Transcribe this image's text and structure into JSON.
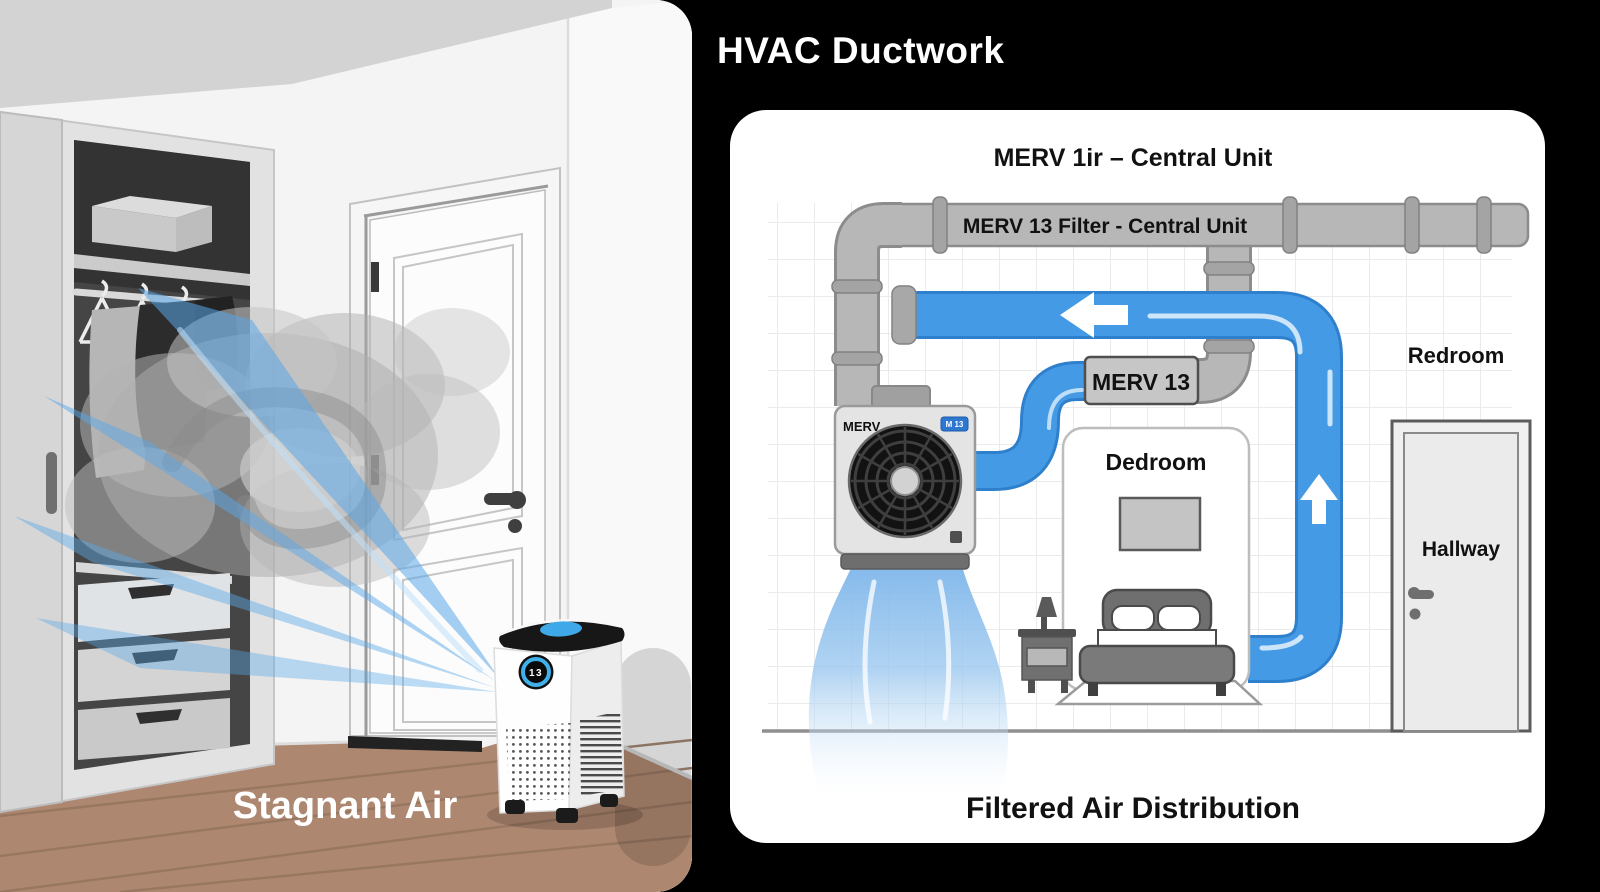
{
  "left_panel": {
    "caption": "Stagnant Air",
    "purifier": {
      "display_value": "13"
    }
  },
  "right_panel": {
    "title": "HVAC Ductwork",
    "card": {
      "heading": "MERV 1ir – Central Unit",
      "duct_label": "MERV 13 Filter - Central Unit",
      "filter_box_label": "MERV 13",
      "unit_brand": "MERV",
      "unit_badge": "M 13",
      "bedroom_label": "Dedroom",
      "room_right_label": "Redroom",
      "door_label": "Hallway",
      "caption": "Filtered Air Distribution"
    }
  },
  "colors": {
    "accent_blue": "#459ae5",
    "duct_gray": "#b7b7b7",
    "panel_background": "#000000",
    "floor_brown": "#ae8770"
  }
}
